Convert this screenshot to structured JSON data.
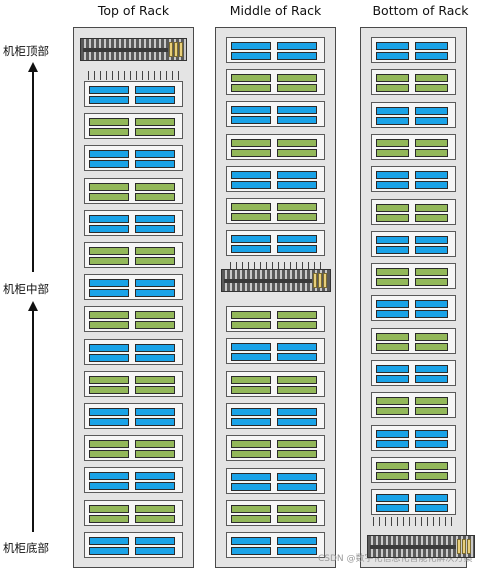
{
  "titles": {
    "top": "Top of Rack",
    "middle": "Middle of Rack",
    "bottom": "Bottom of Rack"
  },
  "side_labels": {
    "top": "机柜顶部",
    "middle": "机柜中部",
    "bottom": "机柜底部"
  },
  "colors": {
    "blue_drive": "#1aa3e8",
    "green_drive": "#93b85a",
    "rack_bg": "#e4e4e4",
    "server_bg": "#f6f6f6"
  },
  "racks": {
    "top": {
      "switch_position": "top",
      "servers": [
        "blue",
        "green",
        "blue",
        "green",
        "blue",
        "green",
        "blue",
        "green",
        "blue",
        "green",
        "blue",
        "green",
        "blue",
        "green",
        "blue"
      ]
    },
    "middle": {
      "switch_position": "middle",
      "servers_above": [
        "blue",
        "green",
        "blue",
        "green",
        "blue",
        "green",
        "blue"
      ],
      "servers_below": [
        "green",
        "blue",
        "green",
        "blue",
        "green",
        "blue",
        "green",
        "blue"
      ]
    },
    "bottom": {
      "switch_position": "bottom",
      "servers": [
        "blue",
        "green",
        "blue",
        "green",
        "blue",
        "green",
        "blue",
        "green",
        "blue",
        "green",
        "blue",
        "green",
        "blue",
        "green",
        "blue"
      ]
    }
  },
  "watermark": "CSDN @数字化信息化智能化解决方案"
}
